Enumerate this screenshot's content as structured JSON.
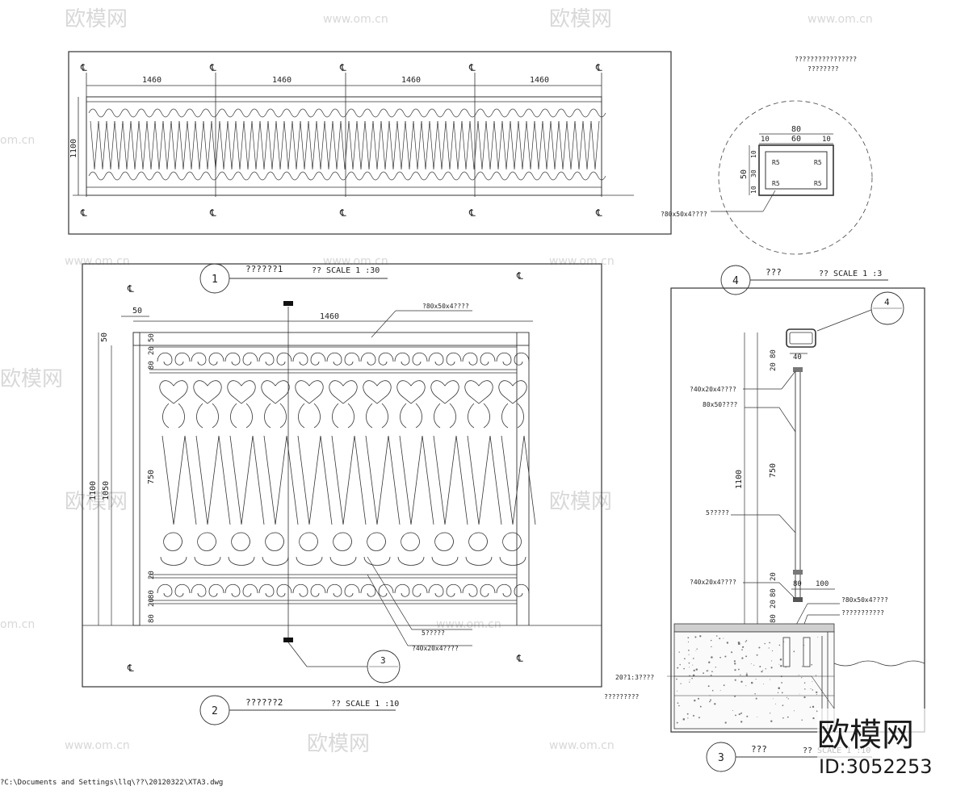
{
  "watermark": {
    "brand": "欧模网",
    "site": "www.om.cn",
    "site_short": "om.cn"
  },
  "elevation_long": {
    "spans": [
      "1460",
      "1460",
      "1460",
      "1460"
    ],
    "height": "1100",
    "centerline_symbol": "℄"
  },
  "section_detail": {
    "note_line1": "????????????????",
    "note_line2": "????????",
    "width_total": "80",
    "width_inner": "60",
    "width_side_left": "10",
    "width_side_right": "10",
    "height_total": "50",
    "height_parts": [
      "10",
      "30",
      "10"
    ],
    "radius_label": "R5",
    "tube_label": "?80x50x4????"
  },
  "view1": {
    "number": "1",
    "name": "??????1",
    "scale": "?? SCALE 1 :30"
  },
  "view2": {
    "number": "2",
    "name": "??????2",
    "scale": "?? SCALE 1 :10",
    "top_offset": "50",
    "span": "1460",
    "rail_label": "?80x50x4????",
    "dims_left": [
      "50",
      "1100",
      "1050"
    ],
    "dims_inner": [
      "50",
      "20",
      "80",
      "750",
      "20",
      "80",
      "20",
      "80"
    ],
    "label_5": "5?????",
    "label_flat": "?40x20x4????",
    "callout": "3"
  },
  "view3": {
    "number": "3",
    "name": "???",
    "scale": "?? SCALE 1 :10",
    "label_40x20_top": "?40x20x4????",
    "label_80x50": "80x50????",
    "label_5": "5?????",
    "label_40x20_bottom": "?40x20x4????",
    "label_rail": "?80x50x4????",
    "label_anchor": "???????????",
    "label_concrete": "20?1:3????",
    "label_slab": "?????????",
    "dims": [
      "20",
      "80",
      "1100",
      "750",
      "20",
      "80",
      "20",
      "80"
    ],
    "top_width": "40",
    "base_width": "80",
    "base_offset": "100"
  },
  "view4": {
    "number": "4",
    "name": "???",
    "scale": "?? SCALE 1 :3",
    "callout": "4"
  },
  "file_path": "?C:\\Documents and Settings\\llq\\??\\20120322\\XTA3.dwg",
  "brand_mark": {
    "name": "欧模网",
    "id": "ID:3052253"
  }
}
